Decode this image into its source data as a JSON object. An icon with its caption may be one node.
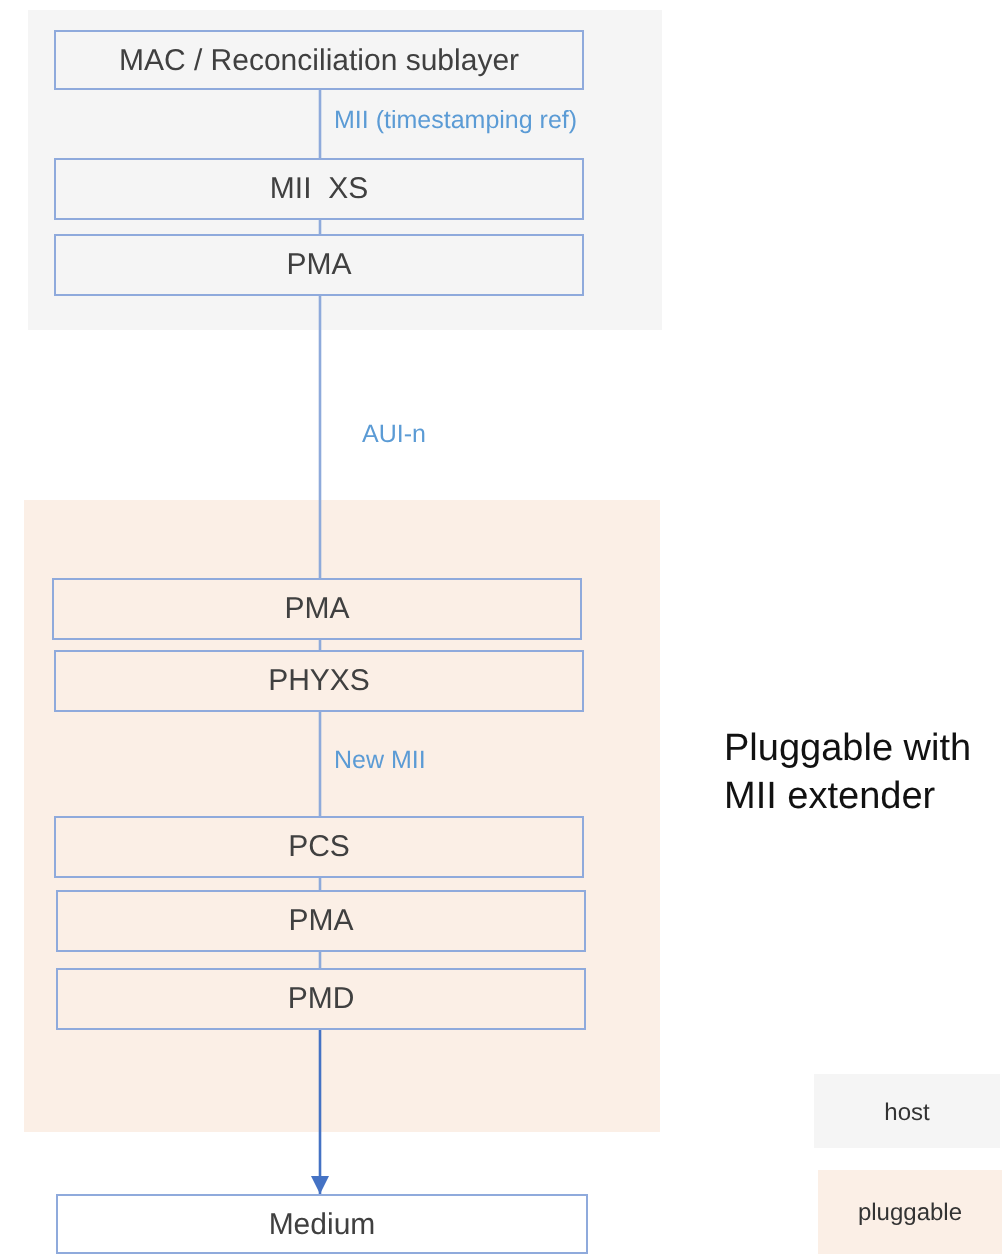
{
  "diagram": {
    "title": "Pluggable with MII extender",
    "nodes": [
      {
        "text": [],
        "shape": "box"
      },
      {
        "text": [
          "MAC / Reconciliation sublayer"
        ],
        "in": 0
      },
      {
        "text": [
          "MII  XS"
        ],
        "in": 0
      },
      {
        "text": [
          "PMA"
        ],
        "in": 0
      },
      {
        "text": [],
        "shape": "box"
      },
      {
        "text": [
          "PMA"
        ],
        "in": 4
      },
      {
        "text": [
          "PHYXS"
        ],
        "in": 4
      },
      {
        "text": [
          "PCS"
        ],
        "in": 4
      },
      {
        "text": [
          "PMA"
        ],
        "in": 4
      },
      {
        "text": [
          "PMD"
        ],
        "in": 4
      },
      {
        "text": [
          "Medium"
        ]
      }
    ],
    "edges": [
      {
        "from": 1,
        "to": 2,
        "arrow": "none",
        "label": "MII (timestamping ref)"
      },
      {
        "from": 2,
        "to": 3,
        "arrow": "none"
      },
      {
        "from": 3,
        "to": 5,
        "arrow": "none",
        "label": "AUI-n"
      },
      {
        "from": 5,
        "to": 6,
        "arrow": "none"
      },
      {
        "from": 6,
        "to": 7,
        "arrow": "none",
        "label": "New MII"
      },
      {
        "from": 7,
        "to": 8,
        "arrow": "none"
      },
      {
        "from": 8,
        "to": 9,
        "arrow": "none"
      },
      {
        "from": 9,
        "to": 10,
        "arrow": "to",
        "color": "#4472c4"
      }
    ],
    "legend": [
      {
        "text": "host",
        "color": "#f5f5f5"
      },
      {
        "text": "pluggable",
        "color": "#fbefe6"
      }
    ]
  }
}
